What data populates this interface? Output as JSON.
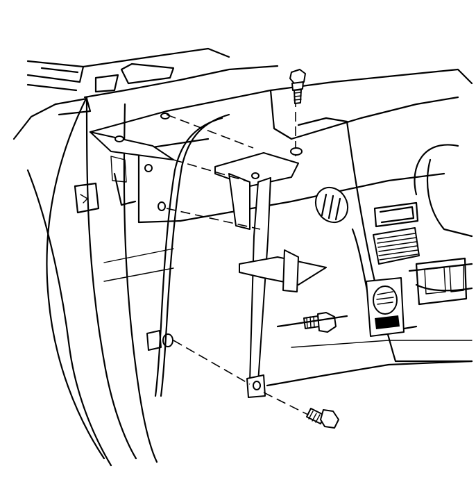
{
  "diagram": {
    "components": [
      "upper-bolt",
      "mounting-bracket",
      "side-bolt",
      "lower-bolt",
      "instrument-panel",
      "a-pillar",
      "air-vent",
      "headlamp-switch"
    ],
    "colors": {
      "stroke": "#000000",
      "background": "#ffffff"
    }
  }
}
